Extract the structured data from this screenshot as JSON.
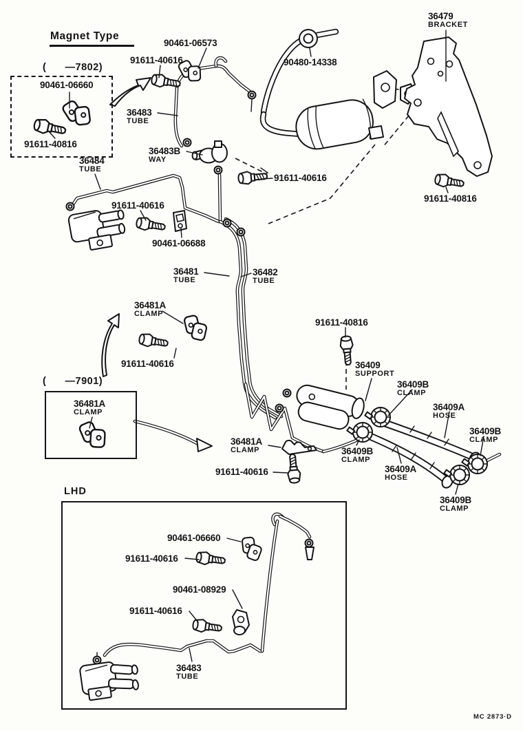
{
  "header": {
    "title": "Magnet Type"
  },
  "footer": {
    "code": "MC 2873·D"
  },
  "boxes": {
    "b7802": {
      "caption": "(      —7802)"
    },
    "b7901": {
      "caption": "(      —7901)"
    },
    "lhd": {
      "caption": "LHD"
    }
  },
  "colors": {
    "line": "#141414",
    "background": "#fdfdfa"
  },
  "callouts": [
    {
      "part": "90461-06660"
    },
    {
      "part": "91611-40816"
    },
    {
      "part": "90461-06573"
    },
    {
      "part": "91611-40616"
    },
    {
      "part": "90480-14338"
    },
    {
      "part": "36479",
      "name": "BRACKET"
    },
    {
      "part": "36483",
      "name": "TUBE"
    },
    {
      "part": "36483B",
      "name": "WAY"
    },
    {
      "part": "91611-40616"
    },
    {
      "part": "36484",
      "name": "TUBE"
    },
    {
      "part": "91611-40616"
    },
    {
      "part": "90461-06688"
    },
    {
      "part": "91611-40816"
    },
    {
      "part": "36481",
      "name": "TUBE"
    },
    {
      "part": "36482",
      "name": "TUBE"
    },
    {
      "part": "36481A",
      "name": "CLAMP"
    },
    {
      "part": "91611-40616"
    },
    {
      "part": "91611-40816"
    },
    {
      "part": "36409",
      "name": "SUPPORT"
    },
    {
      "part": "36409B",
      "name": "CLAMP"
    },
    {
      "part": "36409A",
      "name": "HOSE"
    },
    {
      "part": "36409B",
      "name": "CLAMP"
    },
    {
      "part": "36481A",
      "name": "CLAMP"
    },
    {
      "part": "36481A",
      "name": "CLAMP"
    },
    {
      "part": "91611-40616"
    },
    {
      "part": "36409B",
      "name": "CLAMP"
    },
    {
      "part": "36409A",
      "name": "HOSE"
    },
    {
      "part": "36409B",
      "name": "CLAMP"
    },
    {
      "part": "90461-06660"
    },
    {
      "part": "91611-40616"
    },
    {
      "part": "90461-08929"
    },
    {
      "part": "91611-40616"
    },
    {
      "part": "36483",
      "name": "TUBE"
    }
  ]
}
